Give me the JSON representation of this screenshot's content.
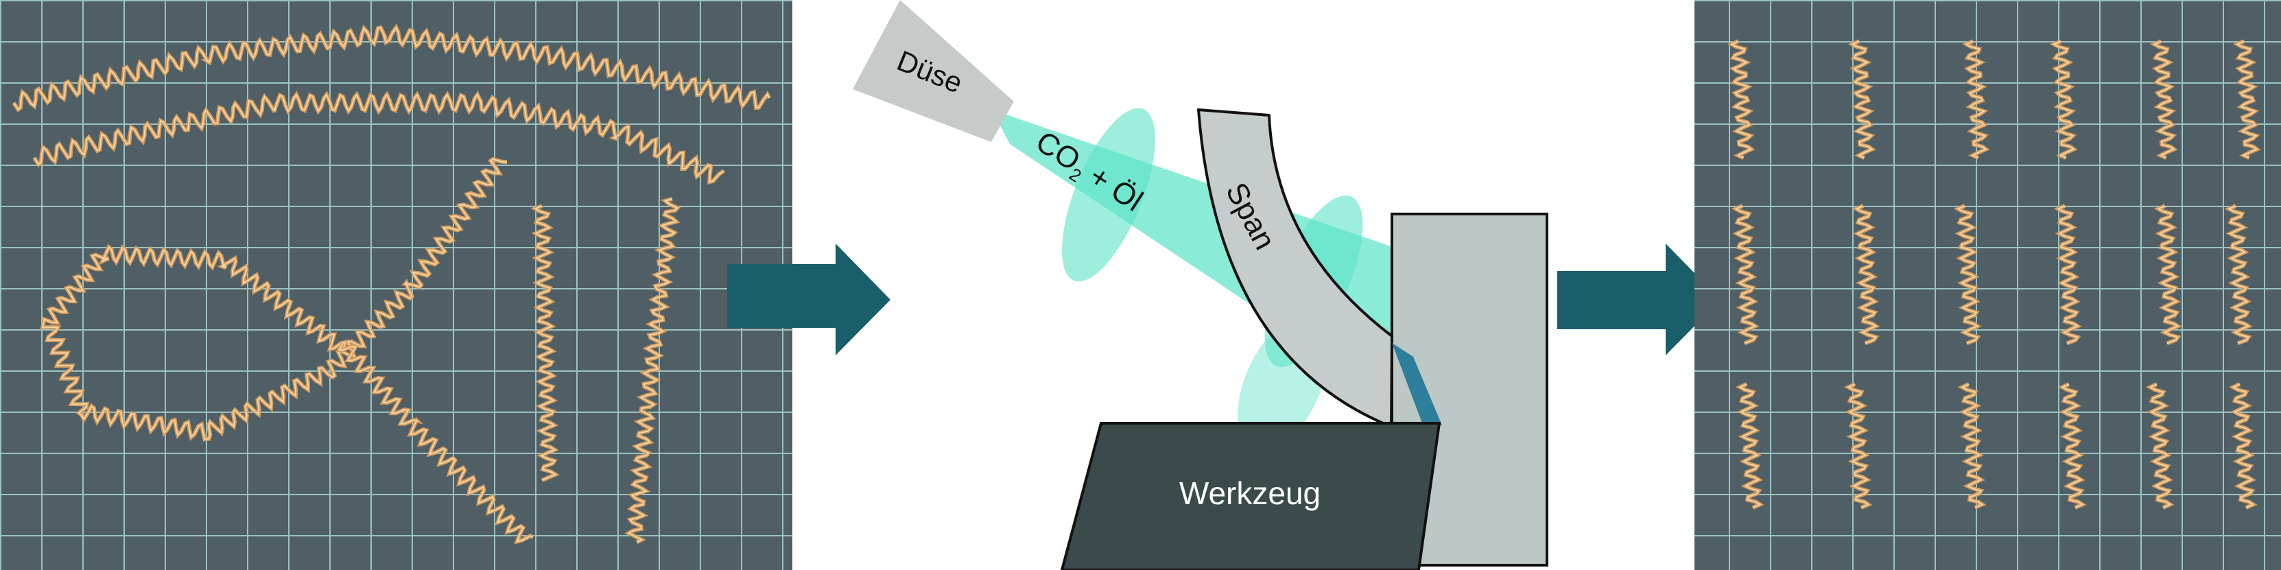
{
  "diagram": {
    "labels": {
      "nozzle": "Düse",
      "jet_co2": "CO",
      "jet_subscript": "2",
      "jet_rest": " + Öl",
      "chip": "Span",
      "tool": "Werkzeug"
    }
  },
  "photos": {
    "left": {
      "name": "long-continuous-chips-photo"
    },
    "right": {
      "name": "short-broken-chips-photo"
    }
  },
  "colors": {
    "mat_background": "#4f5f65",
    "mat_grid": "#9cc2c2",
    "chip_copper": "#d29a5c",
    "chip_highlight": "#f3d4a6",
    "arrow": "#1a5e69",
    "jet": "#5de3c8",
    "nozzle": "#c6cbc9",
    "workpiece": "#bdc8c6",
    "chip_body": "#c6cbcb",
    "tool": "#3b4a4a",
    "contact_zone": "#2e7f9b"
  }
}
